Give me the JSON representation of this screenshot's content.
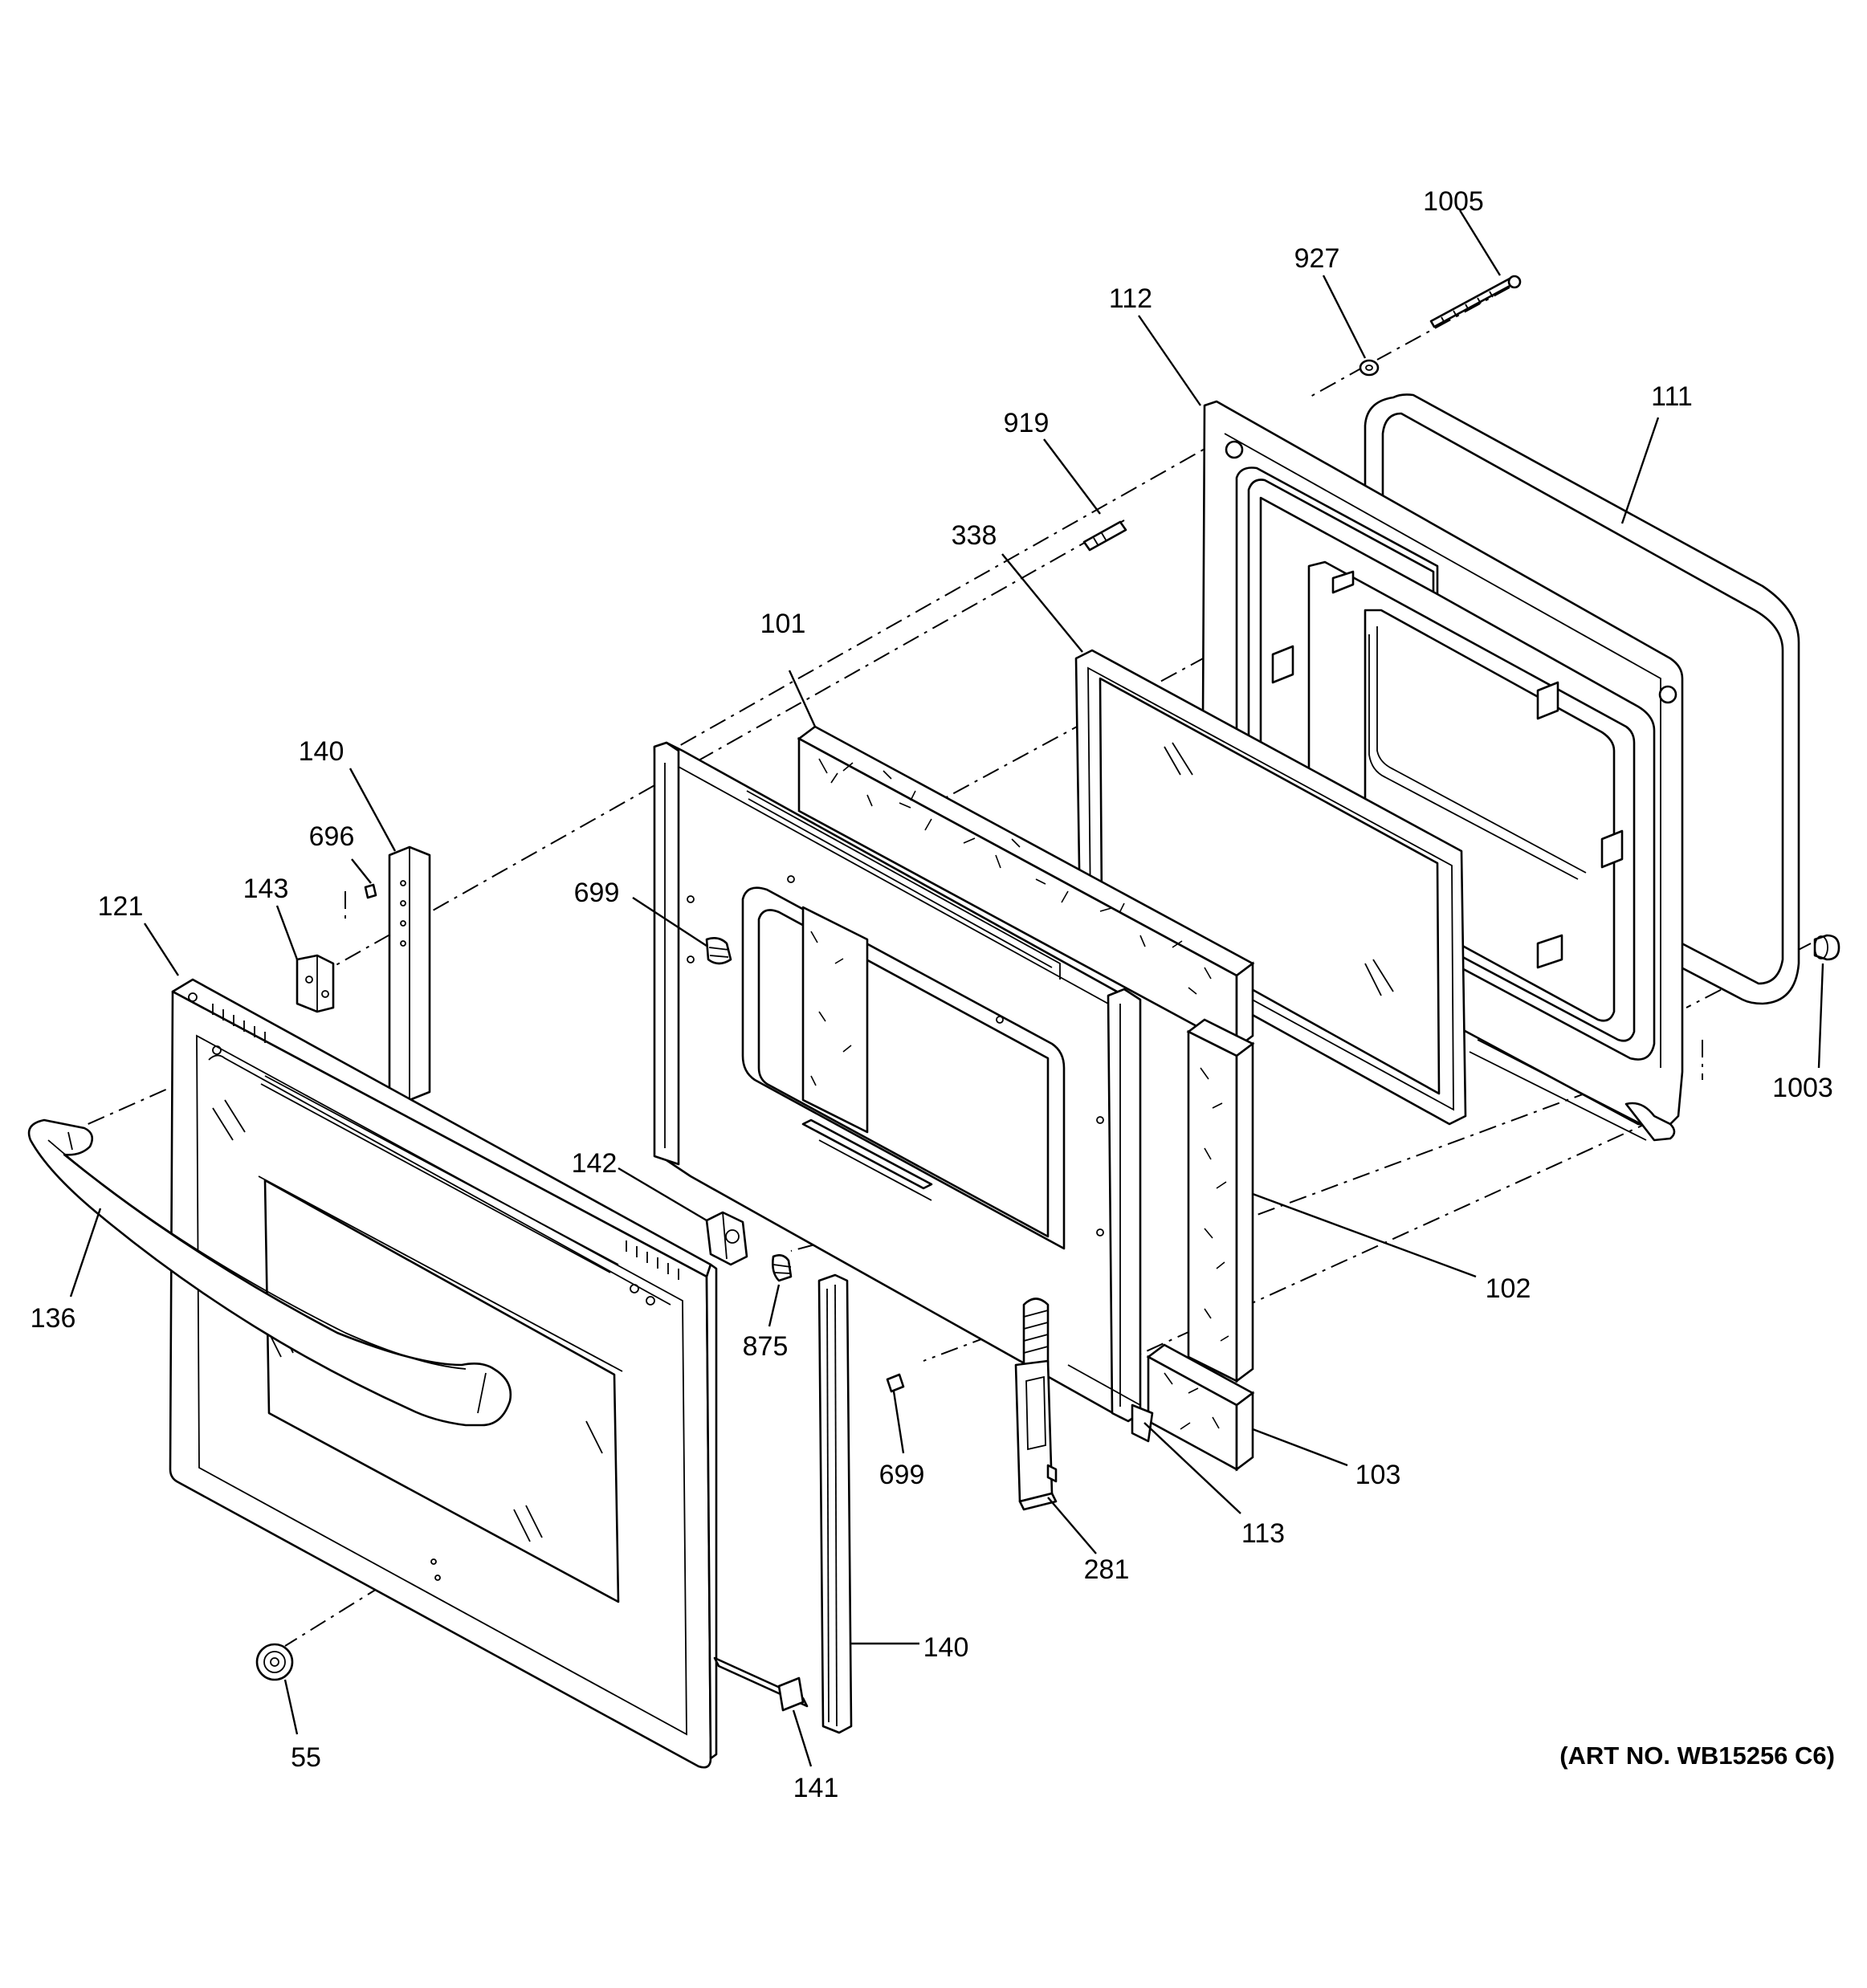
{
  "labels": {
    "p1005": "1005",
    "p927": "927",
    "p112": "112",
    "p111": "111",
    "p919": "919",
    "p338": "338",
    "p101": "101",
    "p140_top": "140",
    "p696": "696",
    "p143": "143",
    "p121": "121",
    "p699_upper": "699",
    "p1003": "1003",
    "p142": "142",
    "p136": "136",
    "p875": "875",
    "p102": "102",
    "p699_lower": "699",
    "p103": "103",
    "p113": "113",
    "p281": "281",
    "p140_bottom": "140",
    "p55": "55",
    "p141": "141"
  },
  "art_number": "(ART NO. WB15256 C6)"
}
